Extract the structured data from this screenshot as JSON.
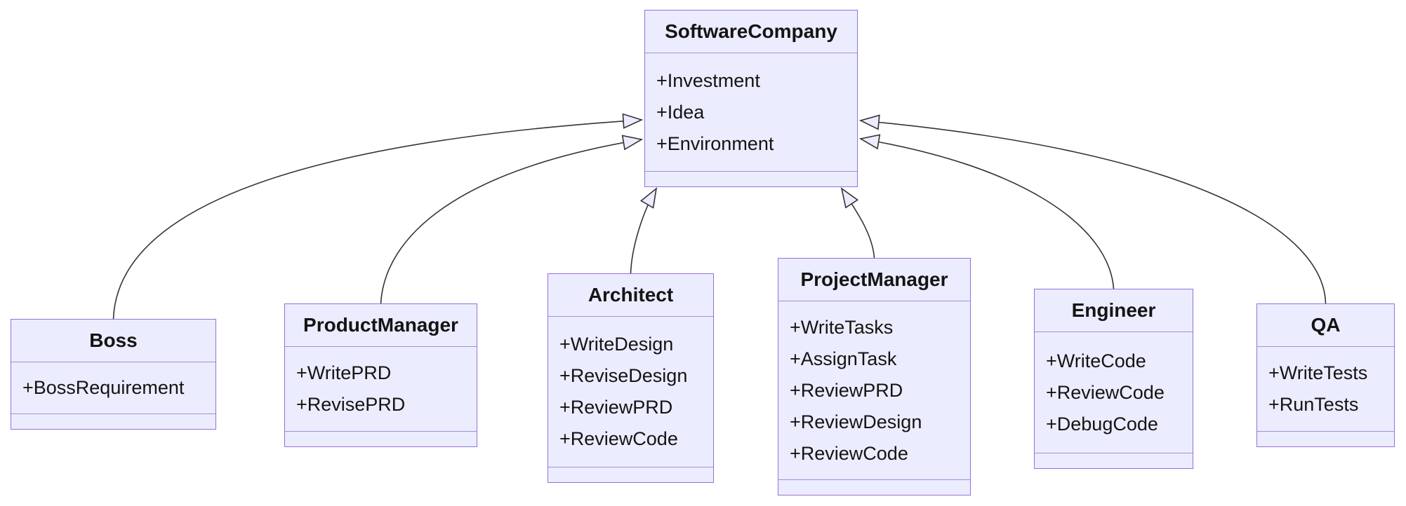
{
  "diagram": {
    "type": "uml-class-diagram",
    "colors": {
      "background": "#ffffff",
      "node_fill": "#ECECFF",
      "node_border": "#9370DB",
      "separator": "#a38fd8",
      "edge": "#333333",
      "text": "#141414"
    },
    "classes": [
      {
        "name": "SoftwareCompany",
        "attributes": [
          "+Investment",
          "+Idea",
          "+Environment"
        ],
        "methods": []
      },
      {
        "name": "Boss",
        "attributes": [
          "+BossRequirement"
        ],
        "methods": []
      },
      {
        "name": "ProductManager",
        "attributes": [
          "+WritePRD",
          "+RevisePRD"
        ],
        "methods": []
      },
      {
        "name": "Architect",
        "attributes": [
          "+WriteDesign",
          "+ReviseDesign",
          "+ReviewPRD",
          "+ReviewCode"
        ],
        "methods": []
      },
      {
        "name": "ProjectManager",
        "attributes": [
          "+WriteTasks",
          "+AssignTask",
          "+ReviewPRD",
          "+ReviewDesign",
          "+ReviewCode"
        ],
        "methods": []
      },
      {
        "name": "Engineer",
        "attributes": [
          "+WriteCode",
          "+ReviewCode",
          "+DebugCode"
        ],
        "methods": []
      },
      {
        "name": "QA",
        "attributes": [
          "+WriteTests",
          "+RunTests"
        ],
        "methods": []
      }
    ],
    "relations": [
      {
        "from": "Boss",
        "to": "SoftwareCompany",
        "type": "inheritance",
        "arrow": "hollow-triangle"
      },
      {
        "from": "ProductManager",
        "to": "SoftwareCompany",
        "type": "inheritance",
        "arrow": "hollow-triangle"
      },
      {
        "from": "Architect",
        "to": "SoftwareCompany",
        "type": "inheritance",
        "arrow": "hollow-triangle"
      },
      {
        "from": "ProjectManager",
        "to": "SoftwareCompany",
        "type": "inheritance",
        "arrow": "hollow-triangle"
      },
      {
        "from": "Engineer",
        "to": "SoftwareCompany",
        "type": "inheritance",
        "arrow": "hollow-triangle"
      },
      {
        "from": "QA",
        "to": "SoftwareCompany",
        "type": "inheritance",
        "arrow": "hollow-triangle"
      }
    ]
  }
}
